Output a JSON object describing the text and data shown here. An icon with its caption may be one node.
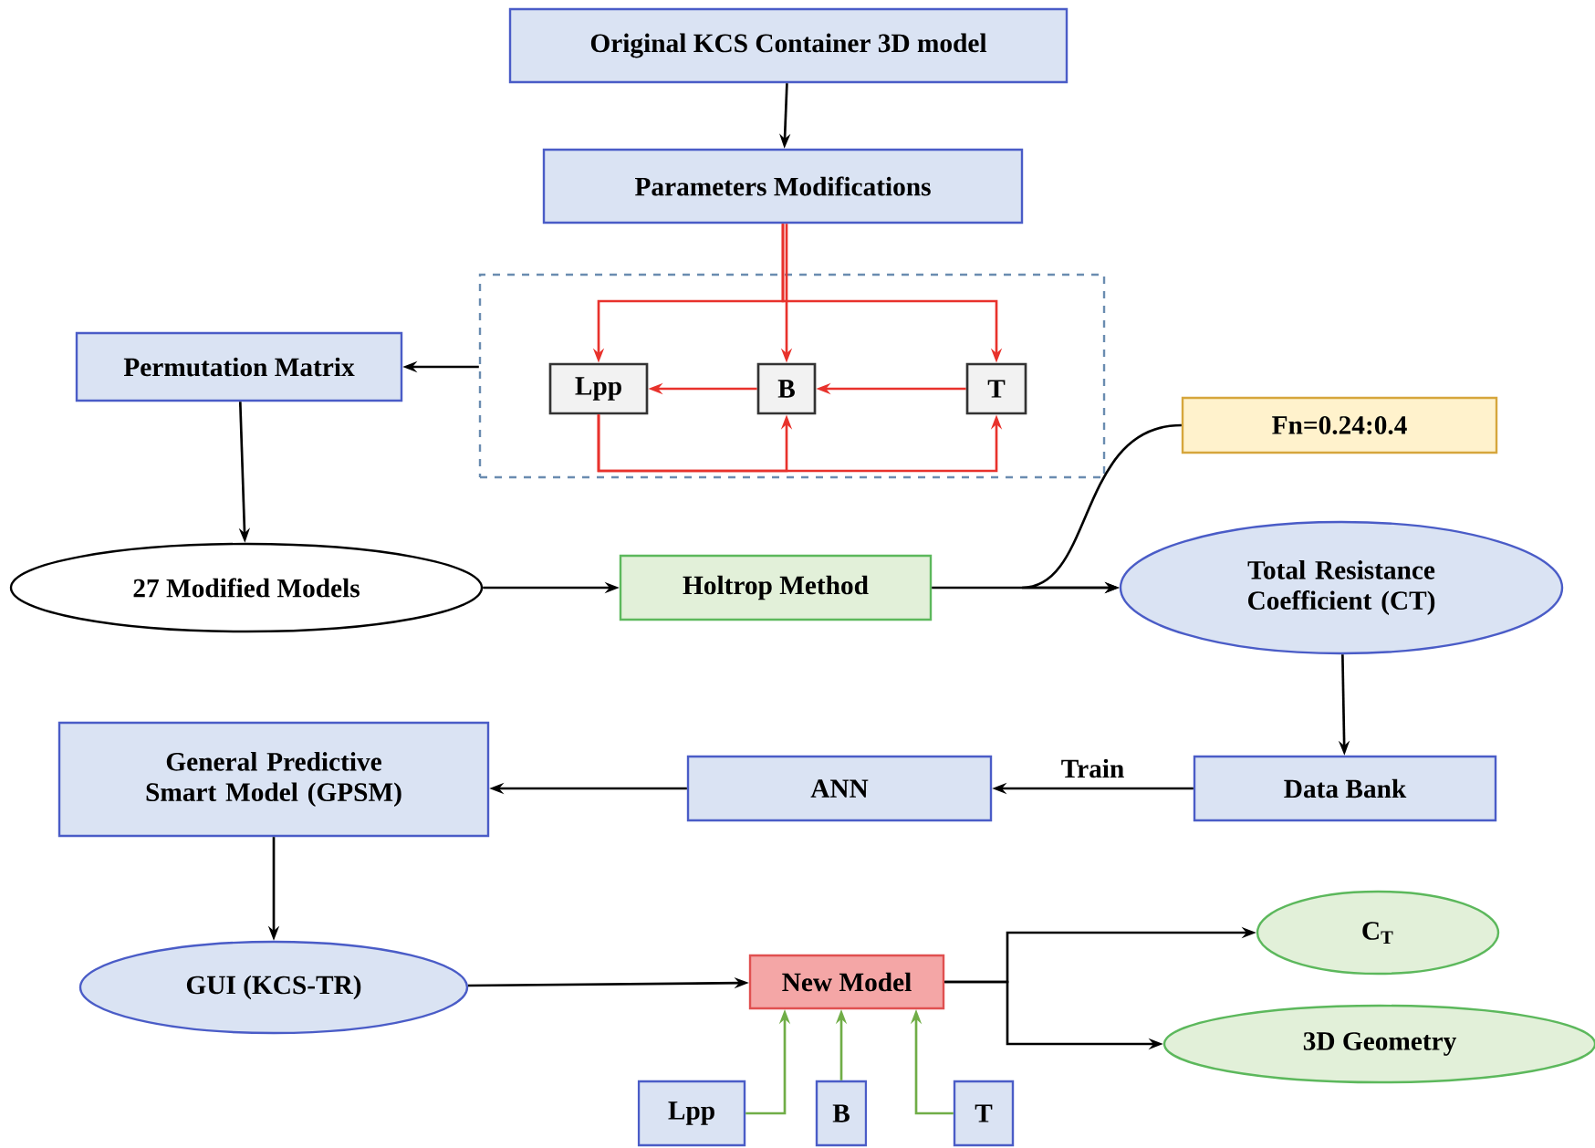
{
  "diagram": {
    "nodes": [
      {
        "text": [
          "Original KCS Container 3D model"
        ]
      },
      {
        "text": [
          "Parameters Modifications"
        ]
      },
      {
        "text": [],
        "shape": "box"
      },
      {
        "text": [
          "Lpp"
        ],
        "in": 2
      },
      {
        "text": [
          "B"
        ],
        "in": 2
      },
      {
        "text": [
          "T"
        ],
        "in": 2
      },
      {
        "text": [
          "Permutation Matrix"
        ]
      },
      {
        "text": [
          "Fn=0.24:0.4"
        ]
      },
      {
        "text": [
          "27 Modified Models"
        ]
      },
      {
        "text": [
          "Holtrop Method"
        ]
      },
      {
        "text": [
          "Total Resistance Coefficient (CT)"
        ]
      },
      {
        "text": [
          "General Predictive Smart Model (GPSM)"
        ]
      },
      {
        "text": [
          "ANN"
        ]
      },
      {
        "text": [
          "Data Bank"
        ]
      },
      {
        "text": [
          "GUI (KCS-TR)"
        ]
      },
      {
        "text": [
          "New Model"
        ]
      },
      {
        "text": [
          "C$_{T}$"
        ]
      },
      {
        "text": [
          "3D Geometry"
        ]
      },
      {
        "text": [
          "Lpp"
        ]
      },
      {
        "text": [
          "B"
        ]
      },
      {
        "text": [
          "T"
        ]
      }
    ],
    "edges": [
      {
        "from": 0,
        "to": 1,
        "arrow": "to"
      },
      {
        "from": 1,
        "to": 3,
        "arrow": "to",
        "color": "#e8322c"
      },
      {
        "from": 1,
        "to": 4,
        "arrow": "to",
        "color": "#e8322c"
      },
      {
        "from": 1,
        "to": 5,
        "arrow": "to",
        "color": "#e8322c"
      },
      {
        "from": 4,
        "to": 3,
        "arrow": "to",
        "color": "#e8322c"
      },
      {
        "from": 5,
        "to": 4,
        "arrow": "to",
        "color": "#e8322c"
      },
      {
        "from": 3,
        "to": 4,
        "arrow": "to",
        "color": "#e8322c"
      },
      {
        "from": 3,
        "to": 5,
        "arrow": "to",
        "color": "#e8322c"
      },
      {
        "from": 2,
        "to": 6,
        "arrow": "to"
      },
      {
        "from": 6,
        "to": 8,
        "arrow": "to"
      },
      {
        "from": 8,
        "to": 9,
        "arrow": "to"
      },
      {
        "from": 9,
        "to": 10,
        "arrow": "to"
      },
      {
        "from": 7,
        "to": 10,
        "arrow": "to"
      },
      {
        "from": 10,
        "to": 13,
        "arrow": "to"
      },
      {
        "from": 13,
        "to": 12,
        "arrow": "to",
        "label": "Train"
      },
      {
        "from": 12,
        "to": 11,
        "arrow": "to"
      },
      {
        "from": 11,
        "to": 14,
        "arrow": "to"
      },
      {
        "from": 14,
        "to": 15,
        "arrow": "to"
      },
      {
        "from": 15,
        "to": 16,
        "arrow": "to"
      },
      {
        "from": 15,
        "to": 17,
        "arrow": "to"
      },
      {
        "from": 18,
        "to": 15,
        "arrow": "to",
        "color": "#70ad47"
      },
      {
        "from": 19,
        "to": 15,
        "arrow": "to",
        "color": "#70ad47"
      },
      {
        "from": 20,
        "to": 15,
        "arrow": "to",
        "color": "#70ad47"
      }
    ]
  }
}
